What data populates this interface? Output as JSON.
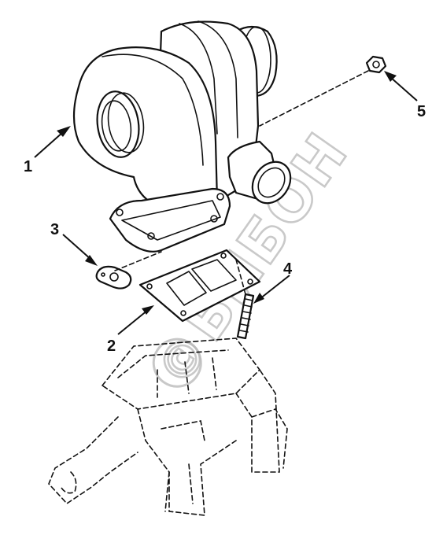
{
  "callouts": {
    "c1": "1",
    "c2": "2",
    "c3": "3",
    "c4": "4",
    "c5": "5"
  },
  "watermark": {
    "text": "БИБОН",
    "symbol": "©"
  },
  "colors": {
    "line": "#111111",
    "background": "#ffffff",
    "watermark": "#b8b8b8"
  }
}
